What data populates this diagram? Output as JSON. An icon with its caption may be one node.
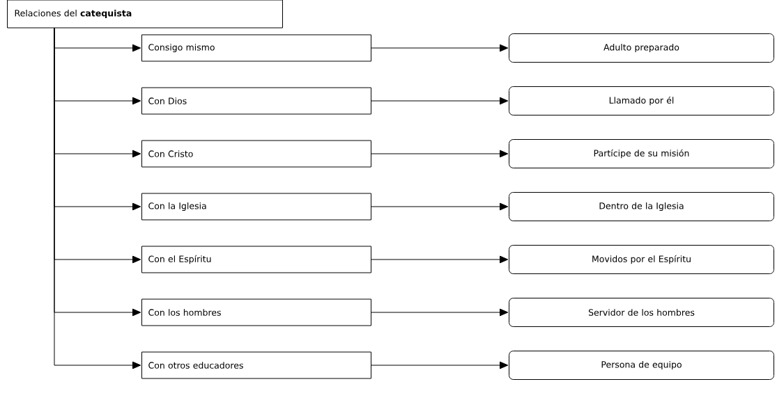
{
  "diagram": {
    "nodes": [
      {
        "text": [
          "Relaciones del **catequista**"
        ]
      },
      {
        "text": [
          "Consigo mismo"
        ]
      },
      {
        "text": [
          "Adulto preparado"
        ]
      },
      {
        "text": [
          "Con Dios"
        ]
      },
      {
        "text": [
          "Llamado por él"
        ]
      },
      {
        "text": [
          "Con Cristo"
        ]
      },
      {
        "text": [
          "Partícipe de su misión"
        ]
      },
      {
        "text": [
          "Con la Iglesia"
        ]
      },
      {
        "text": [
          "Dentro de la Iglesia"
        ]
      },
      {
        "text": [
          "Con el Espíritu"
        ]
      },
      {
        "text": [
          "Movidos por el Espíritu"
        ]
      },
      {
        "text": [
          "Con los hombres"
        ]
      },
      {
        "text": [
          "Servidor de los hombres"
        ]
      },
      {
        "text": [
          "Con otros educadores"
        ]
      },
      {
        "text": [
          "Persona de equipo"
        ]
      }
    ],
    "edges": [
      {
        "from": 0,
        "to": 1,
        "arrow": "to"
      },
      {
        "from": 0,
        "to": 3,
        "arrow": "to"
      },
      {
        "from": 0,
        "to": 5,
        "arrow": "to"
      },
      {
        "from": 0,
        "to": 7,
        "arrow": "to"
      },
      {
        "from": 0,
        "to": 9,
        "arrow": "to"
      },
      {
        "from": 0,
        "to": 11,
        "arrow": "to"
      },
      {
        "from": 0,
        "to": 13,
        "arrow": "to"
      },
      {
        "from": 1,
        "to": 2,
        "arrow": "to"
      },
      {
        "from": 3,
        "to": 4,
        "arrow": "to"
      },
      {
        "from": 5,
        "to": 6,
        "arrow": "to"
      },
      {
        "from": 7,
        "to": 8,
        "arrow": "to"
      },
      {
        "from": 9,
        "to": 10,
        "arrow": "to"
      },
      {
        "from": 11,
        "to": 12,
        "arrow": "to"
      },
      {
        "from": 13,
        "to": 14,
        "arrow": "to"
      }
    ]
  }
}
